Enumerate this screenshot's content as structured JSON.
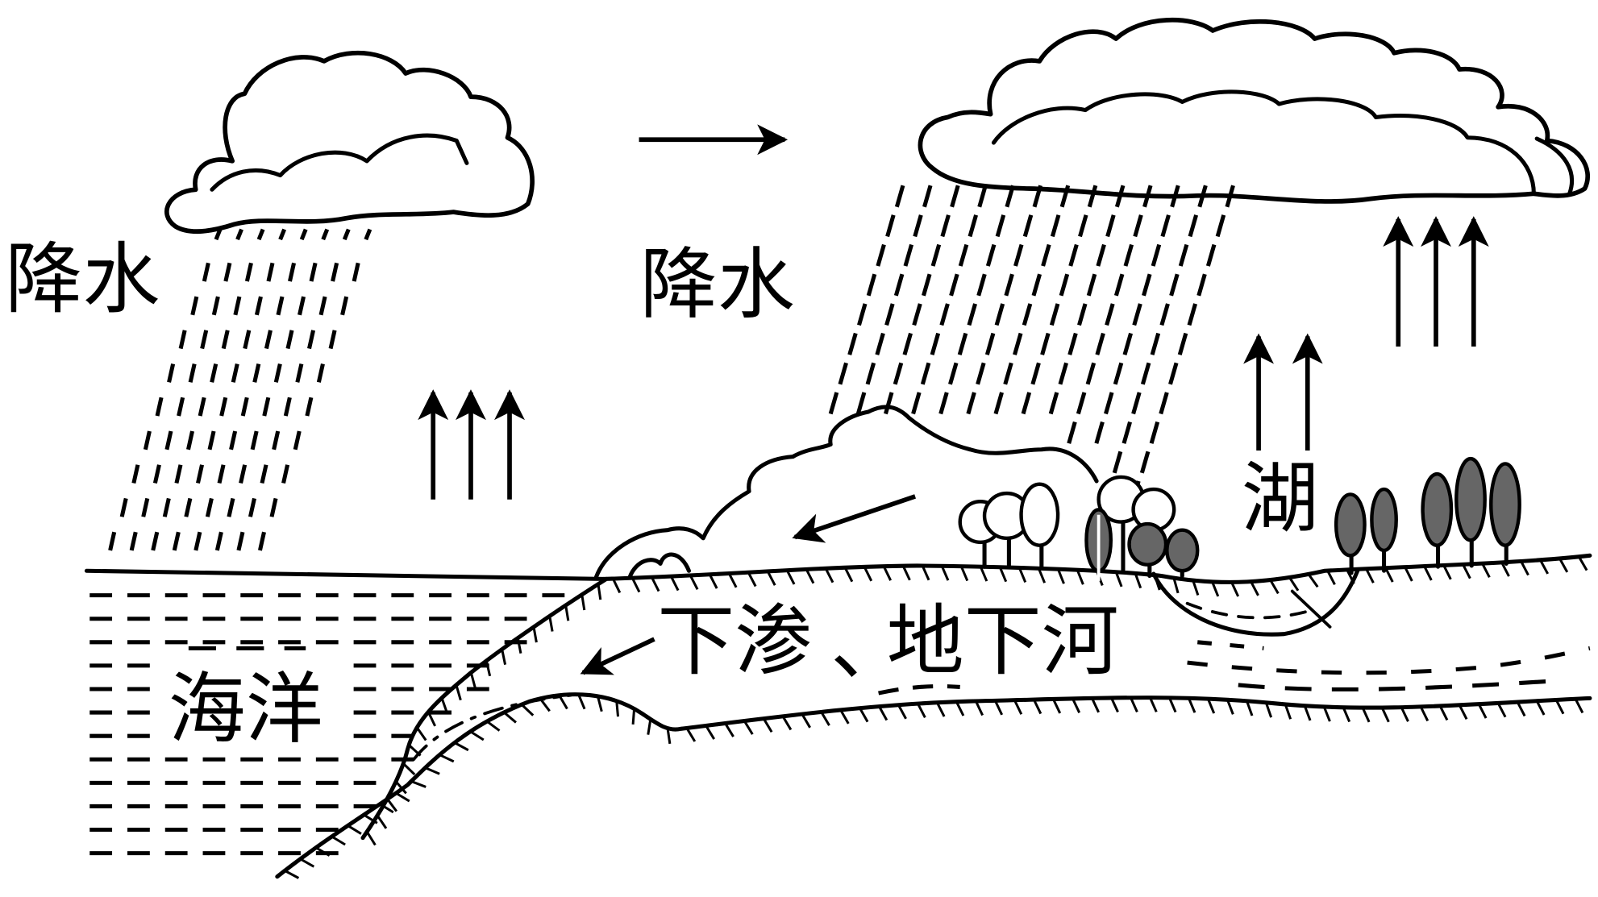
{
  "labels": {
    "precipitation_left": "降水",
    "precipitation_right": "降水",
    "ocean": "海洋",
    "infiltration": "下渗",
    "separator": "、",
    "underground_river": "地下河",
    "lake": "湖"
  },
  "colors": {
    "line": "#000000",
    "tree_fill": "#666666",
    "background": "#ffffff"
  }
}
